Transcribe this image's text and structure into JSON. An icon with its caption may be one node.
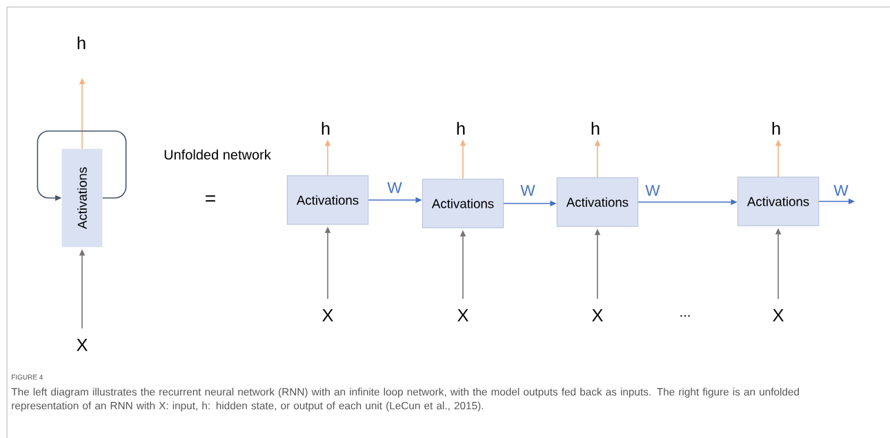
{
  "diagram": {
    "title": "FIGURE 4",
    "caption": "The left diagram illustrates the recurrent neural network (RNN) with an infinite loop network, with the model outputs fed back as inputs. The right figure is an unfolded representation of an RNN with X: input, h: hidden state, or output of each unit (LeCun et al., 2015).",
    "nodes": [
      {
        "text": [
          "h"
        ]
      },
      {
        "text": [
          "Activations"
        ]
      },
      {
        "text": [
          "X"
        ]
      },
      {
        "text": [
          "h"
        ]
      },
      {
        "text": [
          "Activations"
        ]
      },
      {
        "text": [
          "X"
        ]
      },
      {
        "text": [
          "h"
        ]
      },
      {
        "text": [
          "Activations"
        ]
      },
      {
        "text": [
          "X"
        ]
      },
      {
        "text": [
          "h"
        ]
      },
      {
        "text": [
          "Activations"
        ]
      },
      {
        "text": [
          "X"
        ]
      },
      {
        "text": [
          "h"
        ]
      },
      {
        "text": [
          "Activations"
        ]
      },
      {
        "text": [
          "X"
        ]
      }
    ],
    "edges": [
      {
        "from": 1,
        "to": 0,
        "arrow": "to",
        "color": "#f4b183"
      },
      {
        "from": 2,
        "to": 1,
        "arrow": "to",
        "color": "#767171"
      },
      {
        "from": 1,
        "to": 1,
        "arrow": "to",
        "color": "#44546a"
      },
      {
        "from": 4,
        "to": 3,
        "arrow": "to",
        "color": "#f4b183"
      },
      {
        "from": 5,
        "to": 4,
        "arrow": "to",
        "color": "#767171"
      },
      {
        "from": 4,
        "to": 7,
        "arrow": "to",
        "label": "W",
        "color": "#4472c4"
      },
      {
        "from": 7,
        "to": 6,
        "arrow": "to",
        "color": "#f4b183"
      },
      {
        "from": 8,
        "to": 7,
        "arrow": "to",
        "color": "#767171"
      },
      {
        "from": 7,
        "to": 10,
        "arrow": "to",
        "label": "W",
        "color": "#4472c4"
      },
      {
        "from": 10,
        "to": 9,
        "arrow": "to",
        "color": "#f4b183"
      },
      {
        "from": 11,
        "to": 10,
        "arrow": "to",
        "color": "#767171"
      },
      {
        "from": 10,
        "to": 13,
        "arrow": "to",
        "label": "W",
        "color": "#4472c4"
      },
      {
        "from": 13,
        "to": 12,
        "arrow": "to",
        "color": "#f4b183"
      },
      {
        "from": 14,
        "to": 13,
        "arrow": "to",
        "color": "#767171"
      },
      {
        "from": 13,
        "to": null,
        "arrow": "to",
        "label": "W",
        "color": "#4472c4"
      }
    ],
    "labels": [
      "Unfolded network",
      "=",
      "..."
    ]
  }
}
